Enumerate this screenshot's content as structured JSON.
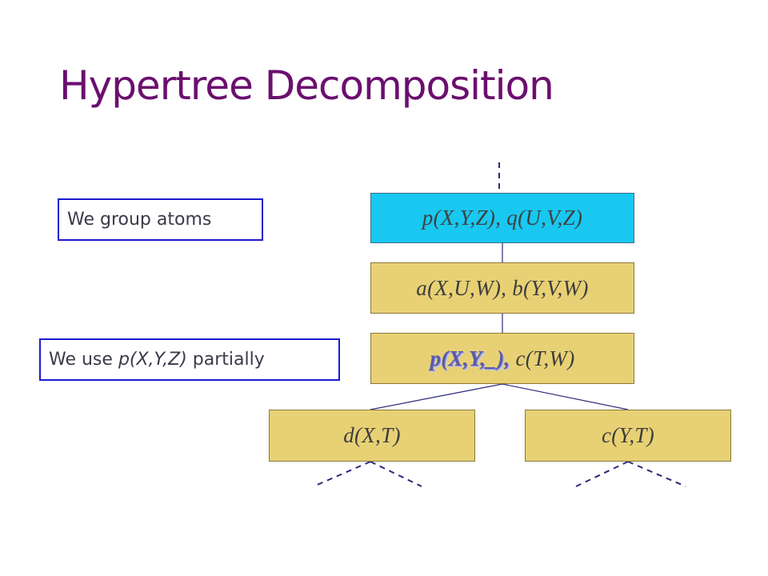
{
  "title": "Hypertree Decomposition",
  "nodes": {
    "root": "p(X,Y,Z), q(U,V,Z)",
    "middle": "a(X,U,W), b(Y,V,W)",
    "lower_highlight": "p(X,Y,_),",
    "lower_rest": " c(T,W)",
    "leaf_left": "d(X,T)",
    "leaf_right": "c(Y,T)"
  },
  "callouts": {
    "group": "We group atoms",
    "partial_prefix": "We use ",
    "partial_italic": "p(X,Y,Z)",
    "partial_suffix": " partially"
  },
  "colors": {
    "title": "#6b0f6f",
    "node_fill": "#e8d174",
    "root_fill": "#18c8f0",
    "callout_border": "#1b1bd0",
    "edge": "#2a2a7a"
  }
}
